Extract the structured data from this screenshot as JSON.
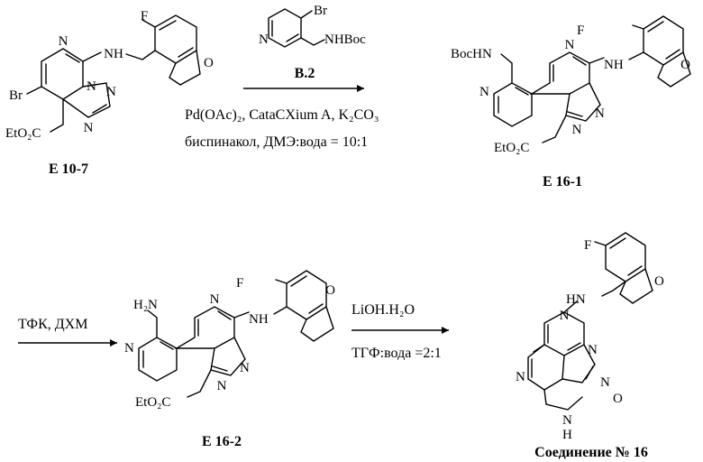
{
  "compounds": [
    {
      "id": "e10_7",
      "label": "E 10-7",
      "atoms": {
        "F": "F",
        "NH": "NH",
        "O": "O",
        "Br": "Br",
        "N1": "N",
        "N2": "N",
        "N3": "N",
        "N4": "N",
        "ester": "EtO₂C"
      }
    },
    {
      "id": "b2",
      "label": "B.2",
      "atoms": {
        "Br": "Br",
        "N": "N",
        "NHBoc": "NHBoc"
      }
    },
    {
      "id": "e16_1",
      "label": "E 16-1",
      "atoms": {
        "BocHN": "BocHN",
        "Npy": "N",
        "F": "F",
        "NH": "NH",
        "O": "O",
        "N1": "N",
        "N2": "N",
        "N3": "N",
        "ester": "EtO₂C"
      }
    },
    {
      "id": "e16_2",
      "label": "E 16-2",
      "atoms": {
        "H2N": "H₂N",
        "Npy": "N",
        "F": "F",
        "NH": "NH",
        "O": "O",
        "N1": "N",
        "N2": "N",
        "N3": "N",
        "ester": "EtO₂C"
      }
    },
    {
      "id": "cmpd16",
      "label": "Соединение № 16",
      "atoms": {
        "F": "F",
        "O": "O",
        "HN": "HN",
        "Npy": "N",
        "N1": "N",
        "N2": "N",
        "N3": "N",
        "Oc": "O",
        "Nam": "N",
        "H": "H"
      }
    }
  ],
  "steps": [
    {
      "id": "step1",
      "reagent": "B.2",
      "conditions": [
        "Pd(OAc)₂, CataCXium A, K₂CO₃",
        "биспинакол, ДМЭ:вода = 10:1"
      ]
    },
    {
      "id": "step2",
      "conditions": [
        "ТФК, ДХМ"
      ]
    },
    {
      "id": "step3",
      "conditions": [
        "LiOH.H₂O",
        "ТГФ:вода =2:1"
      ]
    }
  ]
}
